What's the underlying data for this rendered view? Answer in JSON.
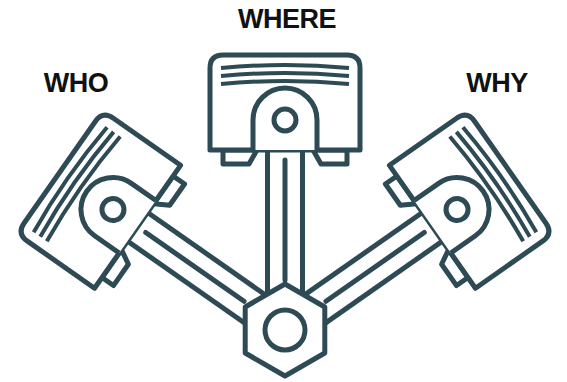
{
  "diagram": {
    "labels": [
      "WHERE",
      "WHO",
      "WHY"
    ]
  }
}
